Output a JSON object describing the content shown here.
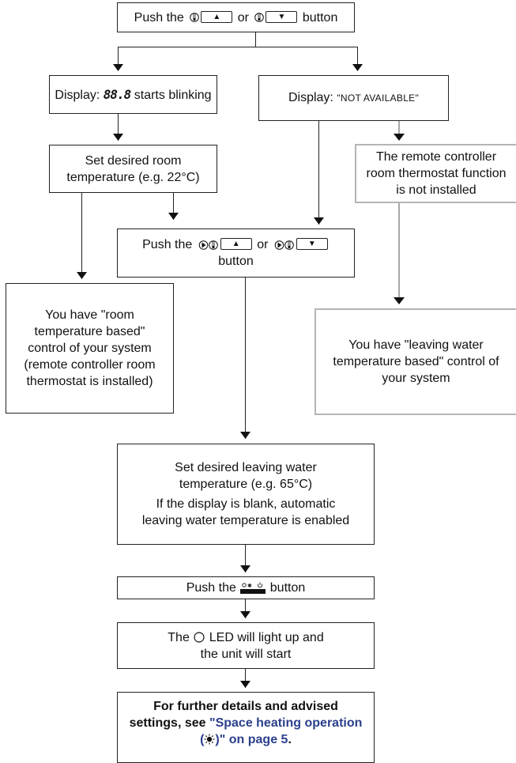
{
  "step_push_temp": {
    "prefix": "Push the",
    "connector": "or",
    "suffix": "button",
    "button_up": "▲",
    "button_down": "▼"
  },
  "step_display_blink": {
    "prefix": "Display:",
    "segment": "88.8",
    "suffix": "starts blinking"
  },
  "step_display_na": {
    "prefix": "Display:",
    "value": "\"NOT AVAILABLE\""
  },
  "step_set_room": {
    "text": "Set desired room temperature (e.g. 22°C)"
  },
  "step_not_installed": {
    "text": "The remote controller room thermostat function is not installed"
  },
  "step_push_water": {
    "prefix": "Push the",
    "connector": "or",
    "suffix": "button",
    "button_up": "▲",
    "button_down": "▼"
  },
  "result_room_based": {
    "text": "You have \"room temperature based\" control of your system (remote controller room thermostat is installed)"
  },
  "result_water_based": {
    "text": "You have \"leaving water temperature based\" control of your system"
  },
  "step_set_water": {
    "line1": "Set desired leaving water temperature (e.g. 65°C)",
    "line2": "If the display is blank, automatic leaving water temperature is enabled"
  },
  "step_push_onoff": {
    "prefix": "Push the",
    "suffix": "button"
  },
  "step_led": {
    "prefix": "The",
    "suffix": "LED will light up and the unit will start"
  },
  "footer": {
    "text": "For further details and advised settings, see",
    "link": "\"Space heating operation (",
    "link_end": ")\" on page 5",
    "period": "."
  }
}
